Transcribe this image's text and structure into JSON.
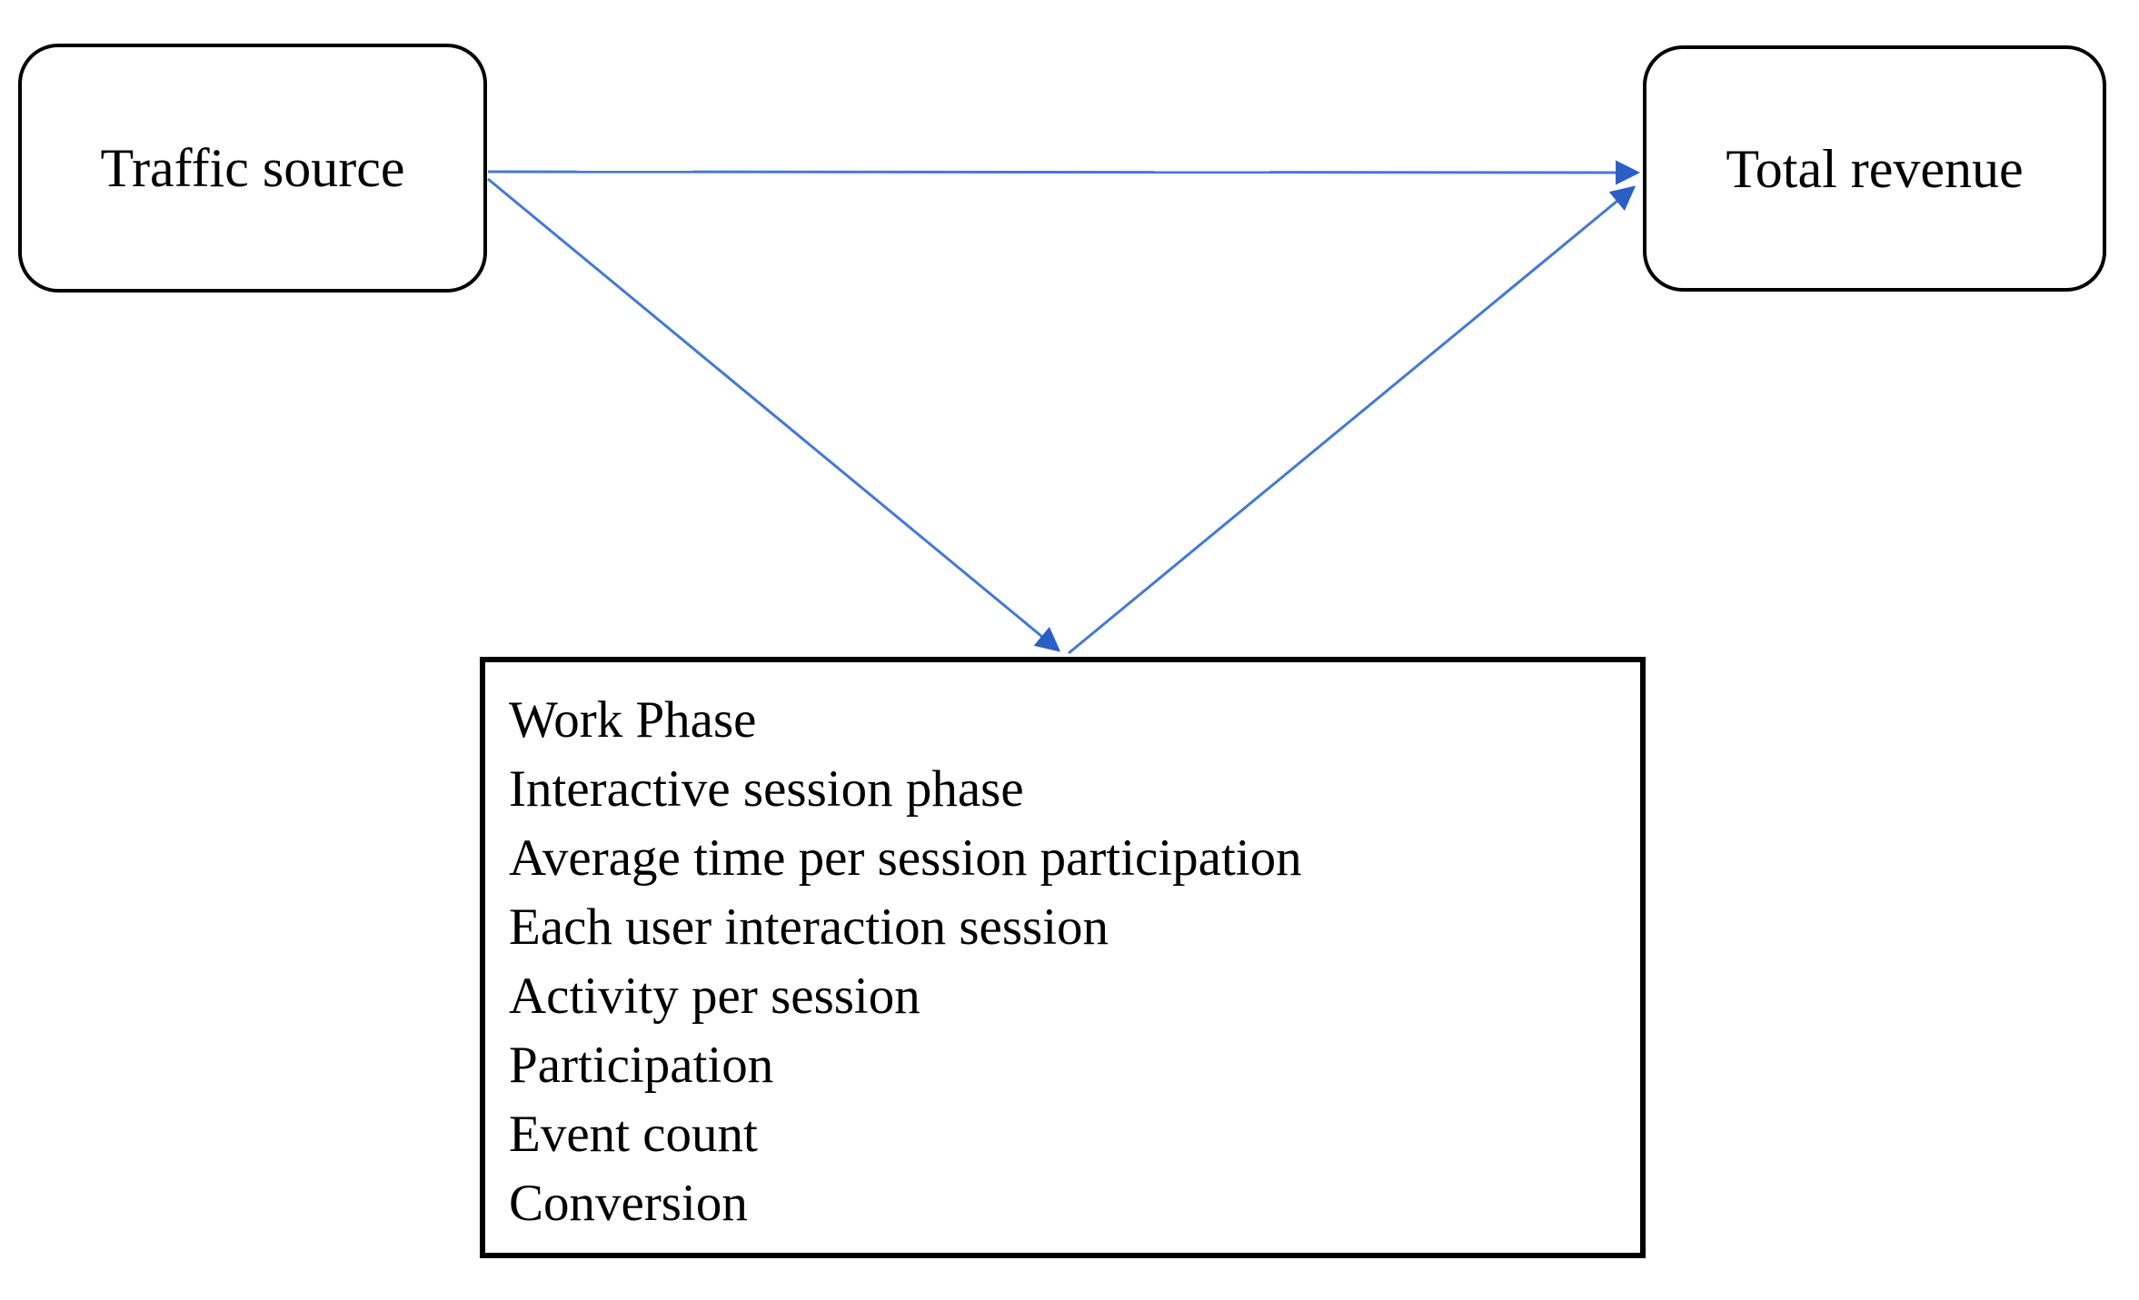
{
  "diagram": {
    "type": "mediation-path-diagram",
    "nodes": {
      "traffic_source": {
        "label": "Traffic source",
        "shape": "rounded-rectangle"
      },
      "total_revenue": {
        "label": "Total revenue",
        "shape": "rounded-rectangle"
      },
      "metrics": {
        "shape": "rectangle",
        "items": [
          "Work Phase",
          "Interactive session phase",
          "Average time per session participation",
          "Each user interaction session",
          "Activity per session",
          "Participation",
          "Event count",
          "Conversion"
        ]
      }
    },
    "edges": [
      {
        "from": "traffic_source",
        "to": "total_revenue",
        "style": "arrow"
      },
      {
        "from": "traffic_source",
        "to": "metrics",
        "style": "arrow"
      },
      {
        "from": "metrics",
        "to": "total_revenue",
        "style": "arrow"
      }
    ],
    "colors": {
      "arrow_line": "#4479d4",
      "arrow_head": "#2b5fc4",
      "box_border": "#000000",
      "background": "#ffffff",
      "text": "#000000"
    }
  }
}
